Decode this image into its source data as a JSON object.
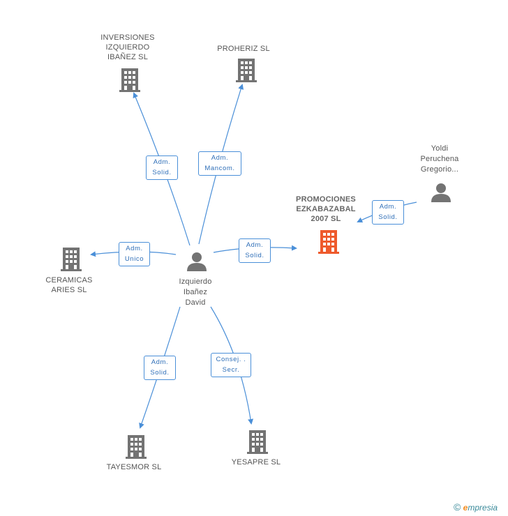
{
  "nodes": {
    "inversiones": {
      "lines": [
        "INVERSIONES",
        "IZQUIERDO",
        "IBAÑEZ SL"
      ],
      "kind": "company"
    },
    "proheriz": {
      "lines": [
        "PROHERIZ SL"
      ],
      "kind": "company"
    },
    "ceramicas": {
      "lines": [
        "CERAMICAS",
        "ARIES SL"
      ],
      "kind": "company"
    },
    "promociones": {
      "lines": [
        "PROMOCIONES",
        "EZKABAZABAL",
        "2007 SL"
      ],
      "kind": "company-main"
    },
    "tayesmor": {
      "lines": [
        "TAYESMOR SL"
      ],
      "kind": "company"
    },
    "yesapre": {
      "lines": [
        "YESAPRE SL"
      ],
      "kind": "company"
    },
    "izquierdo": {
      "lines": [
        "Izquierdo",
        "Ibañez",
        "David"
      ],
      "kind": "person"
    },
    "yoldi": {
      "lines": [
        "Yoldi",
        "Peruchena",
        "Gregorio..."
      ],
      "kind": "person"
    }
  },
  "roles": {
    "r_inversiones": [
      "Adm.",
      "Solid."
    ],
    "r_proheriz": [
      "Adm.",
      "Mancom."
    ],
    "r_ceramicas": [
      "Adm.",
      "Unico"
    ],
    "r_promociones": [
      "Adm.",
      "Solid."
    ],
    "r_yoldi": [
      "Adm.",
      "Solid."
    ],
    "r_tayesmor": [
      "Adm.",
      "Solid."
    ],
    "r_yesapre": [
      "Consej. .",
      "Secr."
    ]
  },
  "colors": {
    "edge": "#4a8fd8",
    "icon_gray": "#737373",
    "icon_main": "#ee5a2c"
  },
  "footer": {
    "copyright": "©",
    "brand_e": "e",
    "brand_rest": "mpresia"
  }
}
